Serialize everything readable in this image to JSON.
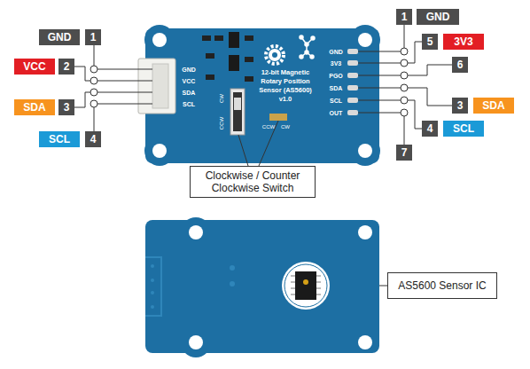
{
  "diagram": {
    "nodes": [
      {
        "text": [
          "Clockwise / Counter Clockwise Switch"
        ]
      },
      {
        "text": [
          "AS5600 Sensor IC"
        ]
      }
    ],
    "labels": [
      "GND",
      "1",
      "VCC",
      "2",
      "SDA",
      "3",
      "SCL",
      "4",
      "1",
      "GND",
      "5",
      "3V3",
      "6",
      "3",
      "SDA",
      "4",
      "SCL",
      "7",
      "GND",
      "VCC",
      "SDA",
      "SCL",
      "GND",
      "3V3",
      "PGO",
      "SDA",
      "SCL",
      "OUT",
      "12-bit Magnetic",
      "Rotary Position",
      "Sensor (AS5600)",
      "v1.0",
      "CW",
      "CCW",
      "CCW",
      "CW"
    ]
  }
}
